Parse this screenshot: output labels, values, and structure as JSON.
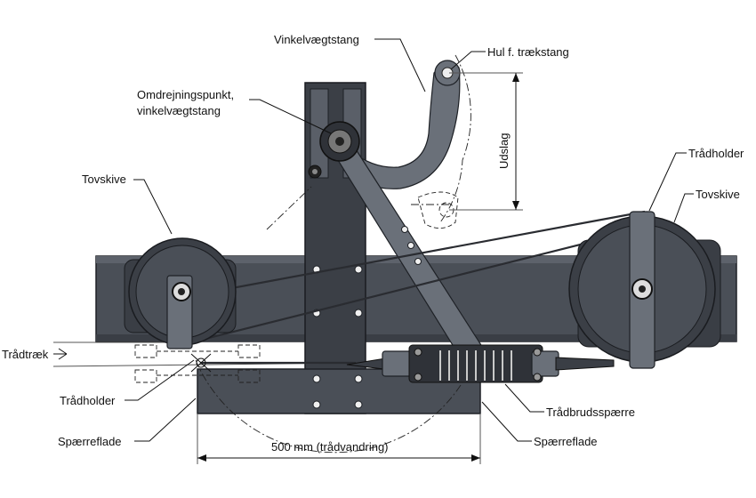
{
  "labels": {
    "vinkelvaegtstang": "Vinkelvægtstang",
    "hul": "Hul f. trækstang",
    "omdrejning_line1": "Omdrejningspunkt,",
    "omdrejning_line2": "vinkelvægtstang",
    "udslag": "Udslag",
    "tovskive_left": "Tovskive",
    "tradholder_right": "Trådholder",
    "tovskive_right": "Tovskive",
    "tradtraek": "Trådtræk",
    "tradholder_left": "Trådholder",
    "tradbrudsspaerre": "Trådbrudsspærre",
    "spaerreflade_left": "Spærreflade",
    "spaerreflade_right": "Spærreflade",
    "dimension": "500 mm (trådvandring)"
  }
}
